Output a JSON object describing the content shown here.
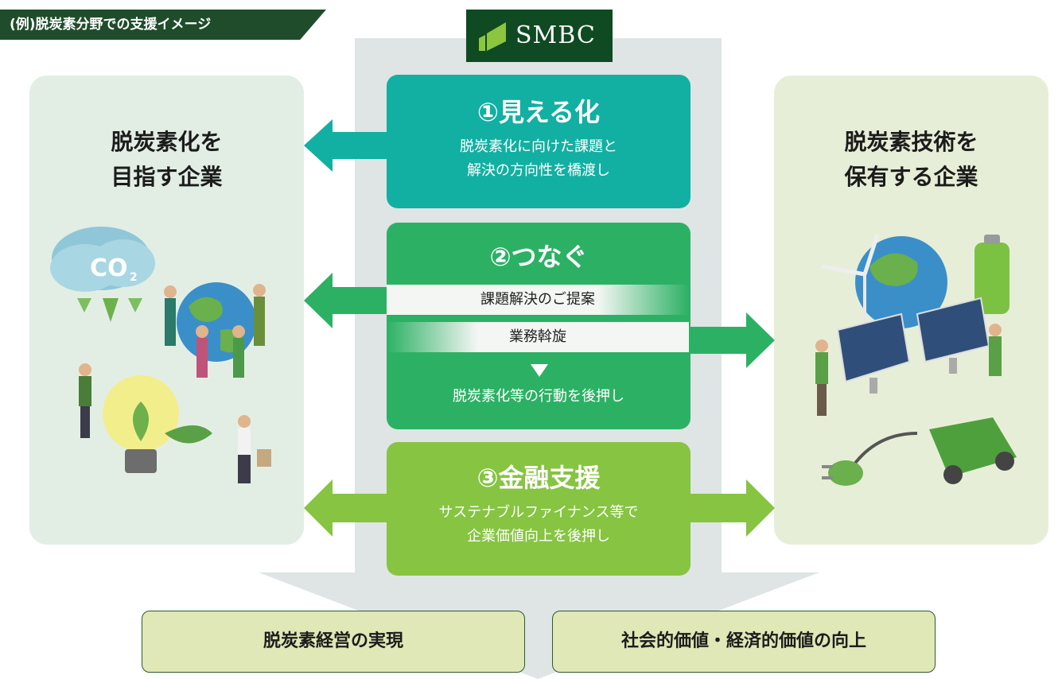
{
  "tag": {
    "label": "(例)脱炭素分野での支援イメージ"
  },
  "logo": {
    "text": "SMBC"
  },
  "left_panel": {
    "title": "脱炭素化を\n目指す企業"
  },
  "right_panel": {
    "title": "脱炭素技術を\n保有する企業"
  },
  "step1": {
    "heading": "①見える化",
    "description": "脱炭素化に向けた課題と\n解決の方向性を橋渡し"
  },
  "step2": {
    "heading": "②つなぐ",
    "bar1": "課題解決のご提案",
    "bar2": "業務斡旋",
    "description": "脱炭素化等の行動を後押し"
  },
  "step3": {
    "heading": "③金融支援",
    "description": "サステナブルファイナンス等で\n企業価値向上を後押し"
  },
  "results": {
    "left": "脱炭素経営の実現",
    "right": "社会的価値・経済的価値の向上"
  },
  "colors": {
    "dark_green": "#1f4d2b",
    "teal": "#11b0a2",
    "green": "#2cb164",
    "lime": "#86c442",
    "arrow_bg": "#dfe4e4"
  }
}
